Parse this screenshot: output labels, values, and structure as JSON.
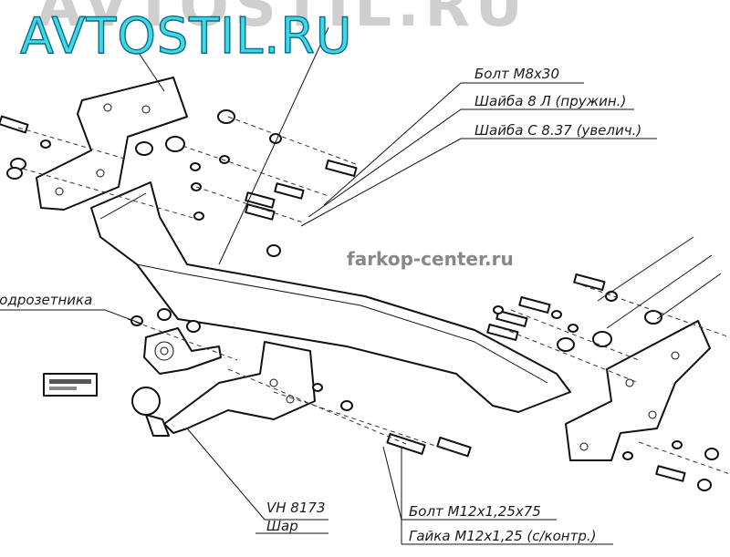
{
  "watermark": {
    "text": "AVTOSTIL.RU",
    "color": "#3fd8e8",
    "outline_color": "#0b6e86"
  },
  "site_label": "farkop-center.ru",
  "callouts": {
    "bolt_m8": "Болт  М8х30",
    "washer_8l": "Шайба 8 Л (пружин.)",
    "washer_c837": "Шайба С 8.37 (увелич.)",
    "socket_bracket": "Подрозетника",
    "model_code": "VH 8173",
    "ball": "Шар",
    "bolt_m12": "Болт  М12х1,25х75",
    "nut_m12": "Гайка М12х1,25 (с/контр.)"
  }
}
